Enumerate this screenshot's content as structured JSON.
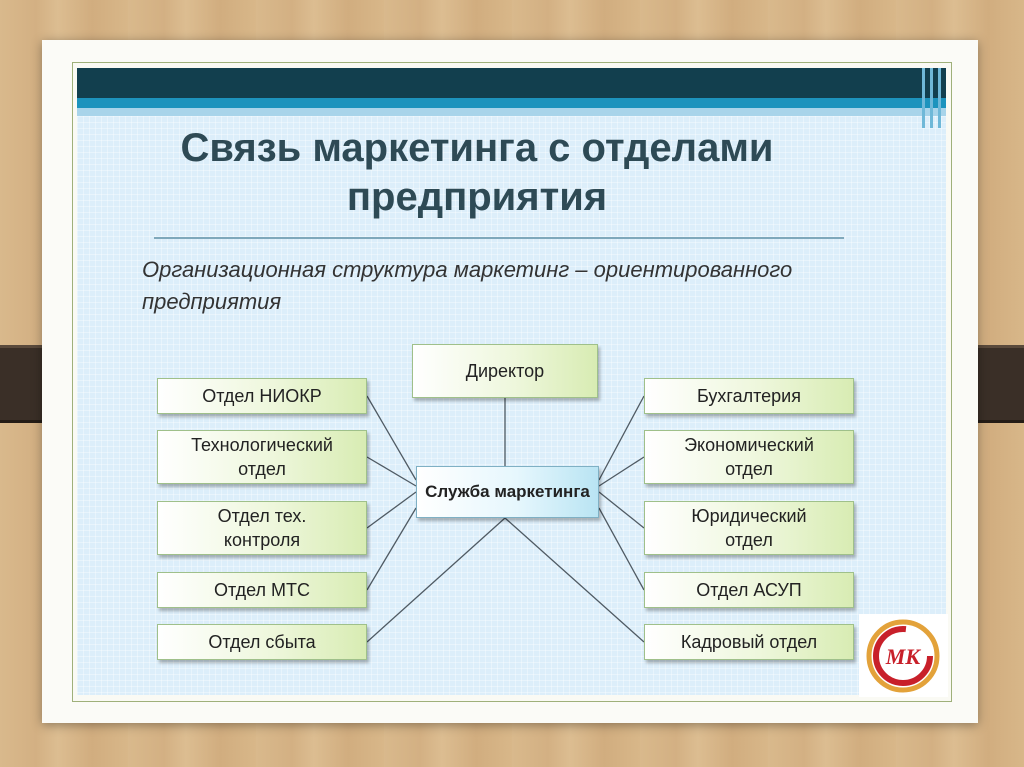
{
  "slide": {
    "title": "Связь маркетинга с отделами предприятия",
    "subtitle": "Организационная структура маркетинг – ориентированного предприятия"
  },
  "diagram": {
    "director": "Директор",
    "center": "Служба маркетинга",
    "left": [
      "Отдел НИОКР",
      "Технологический отдел",
      "Отдел тех. контроля",
      "Отдел МТС",
      "Отдел сбыта"
    ],
    "right": [
      "Бухгалтерия",
      "Экономический отдел",
      "Юридический отдел",
      "Отдел АСУП",
      "Кадровый отдел"
    ]
  },
  "logo": {
    "text": "МК",
    "color": "#c8202a",
    "accent": "#e3a23a"
  },
  "colors": {
    "title": "#2e4a55",
    "band_dark": "#123f4e",
    "band_mid": "#1c93bd",
    "link_line": "#4f5a63"
  }
}
